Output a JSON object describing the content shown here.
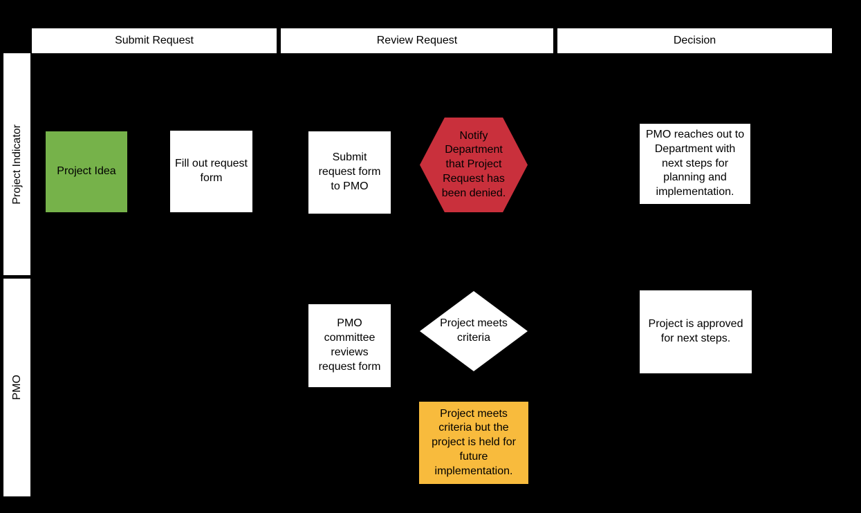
{
  "diagram": {
    "title": "Project request swimlane flowchart",
    "background_color": "#000000",
    "text_color": "#000000",
    "phases": [
      {
        "label": "Submit Request"
      },
      {
        "label": "Review Request"
      },
      {
        "label": "Decision"
      }
    ],
    "lanes": [
      {
        "label": "Project Indicator"
      },
      {
        "label": "PMO"
      }
    ],
    "colors": {
      "header_bg": "#ffffff",
      "lane_label_bg": "#ffffff",
      "green": "#76b24a",
      "red": "#c9303c",
      "orange": "#f8bb3d",
      "white": "#ffffff"
    },
    "nodes": [
      {
        "id": "project-idea",
        "shape": "rectangle",
        "lane": "Project Indicator",
        "phase": "Submit Request",
        "label": "Project Idea",
        "fill": "#76b24a"
      },
      {
        "id": "fill-out-form",
        "shape": "rectangle",
        "lane": "Project Indicator",
        "phase": "Submit Request",
        "label": "Fill out request form",
        "fill": "#ffffff"
      },
      {
        "id": "submit-form-to-pmo",
        "shape": "rectangle",
        "lane": "Project Indicator",
        "phase": "Review Request",
        "label": "Submit request form to PMO",
        "fill": "#ffffff"
      },
      {
        "id": "notify-denied",
        "shape": "hexagon",
        "lane": "Project Indicator",
        "phase": "Review Request",
        "label": "Notify Department that Project Request has been denied.",
        "fill": "#c9303c"
      },
      {
        "id": "pmo-reaches-out",
        "shape": "rectangle",
        "lane": "Project Indicator",
        "phase": "Decision",
        "label": "PMO reaches out to Department with next steps for planning and implementation.",
        "fill": "#ffffff"
      },
      {
        "id": "pmo-committee",
        "shape": "rectangle",
        "lane": "PMO",
        "phase": "Review Request",
        "label": "PMO committee reviews request form",
        "fill": "#ffffff"
      },
      {
        "id": "meets-criteria",
        "shape": "diamond",
        "lane": "PMO",
        "phase": "Review Request",
        "label": "Project meets criteria",
        "fill": "#ffffff"
      },
      {
        "id": "project-approved",
        "shape": "rectangle",
        "lane": "PMO",
        "phase": "Decision",
        "label": "Project is approved for next steps.",
        "fill": "#ffffff"
      },
      {
        "id": "project-held",
        "shape": "rectangle",
        "lane": "PMO",
        "phase": "Review Request",
        "label": "Project meets criteria but the project is held for future implementation.",
        "fill": "#f8bb3d"
      }
    ]
  }
}
